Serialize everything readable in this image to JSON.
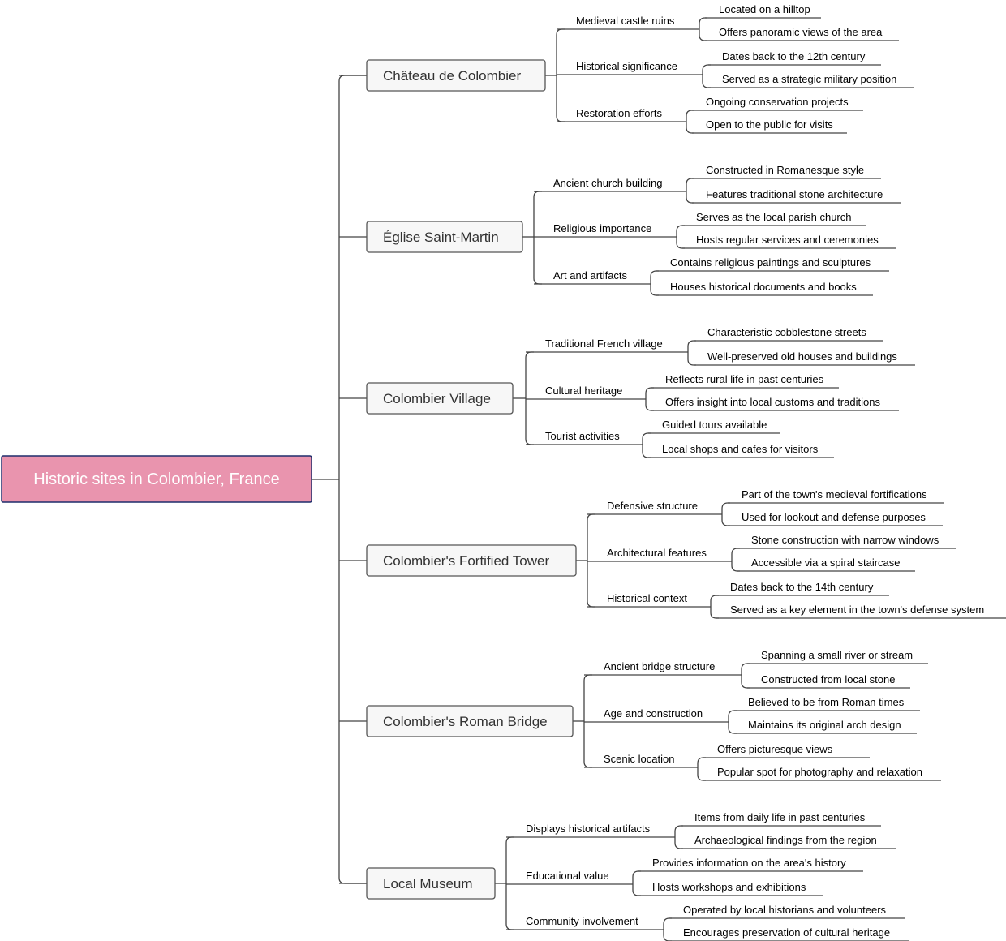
{
  "root": {
    "label": "Historic sites in Colombier, France",
    "fill": "#e994ae",
    "border": "#1f2d6b"
  },
  "branches": [
    {
      "label": "Château de Colombier",
      "subs": [
        {
          "label": "Medieval castle ruins",
          "leaves": [
            "Located on a hilltop",
            "Offers panoramic views of the area"
          ]
        },
        {
          "label": "Historical significance",
          "leaves": [
            "Dates back to the 12th century",
            "Served as a strategic military position"
          ]
        },
        {
          "label": "Restoration efforts",
          "leaves": [
            "Ongoing conservation projects",
            "Open to the public for visits"
          ]
        }
      ]
    },
    {
      "label": "Église Saint-Martin",
      "subs": [
        {
          "label": "Ancient church building",
          "leaves": [
            "Constructed in Romanesque style",
            "Features traditional stone architecture"
          ]
        },
        {
          "label": "Religious importance",
          "leaves": [
            "Serves as the local parish church",
            "Hosts regular services and ceremonies"
          ]
        },
        {
          "label": "Art and artifacts",
          "leaves": [
            "Contains religious paintings and sculptures",
            "Houses historical documents and books"
          ]
        }
      ]
    },
    {
      "label": "Colombier Village",
      "subs": [
        {
          "label": "Traditional French village",
          "leaves": [
            "Characteristic cobblestone streets",
            "Well-preserved old houses and buildings"
          ]
        },
        {
          "label": "Cultural heritage",
          "leaves": [
            "Reflects rural life in past centuries",
            "Offers insight into local customs and traditions"
          ]
        },
        {
          "label": "Tourist activities",
          "leaves": [
            "Guided tours available",
            "Local shops and cafes for visitors"
          ]
        }
      ]
    },
    {
      "label": "Colombier's Fortified Tower",
      "subs": [
        {
          "label": "Defensive structure",
          "leaves": [
            "Part of the town's medieval fortifications",
            "Used for lookout and defense purposes"
          ]
        },
        {
          "label": "Architectural features",
          "leaves": [
            "Stone construction with narrow windows",
            "Accessible via a spiral staircase"
          ]
        },
        {
          "label": "Historical context",
          "leaves": [
            "Dates back to the 14th century",
            "Served as a key element in the town's defense system"
          ]
        }
      ]
    },
    {
      "label": "Colombier's Roman Bridge",
      "subs": [
        {
          "label": "Ancient bridge structure",
          "leaves": [
            "Spanning a small river or stream",
            "Constructed from local stone"
          ]
        },
        {
          "label": "Age and construction",
          "leaves": [
            "Believed to be from Roman times",
            "Maintains its original arch design"
          ]
        },
        {
          "label": "Scenic location",
          "leaves": [
            "Offers picturesque views",
            "Popular spot for photography and relaxation"
          ]
        }
      ]
    },
    {
      "label": "Local Museum",
      "subs": [
        {
          "label": "Displays historical artifacts",
          "leaves": [
            "Items from daily life in past centuries",
            "Archaeological findings from the region"
          ]
        },
        {
          "label": "Educational value",
          "leaves": [
            "Provides information on the area's history",
            "Hosts workshops and exhibitions"
          ]
        },
        {
          "label": "Community involvement",
          "leaves": [
            "Operated by local historians and volunteers",
            "Encourages preservation of cultural heritage"
          ]
        }
      ]
    }
  ]
}
